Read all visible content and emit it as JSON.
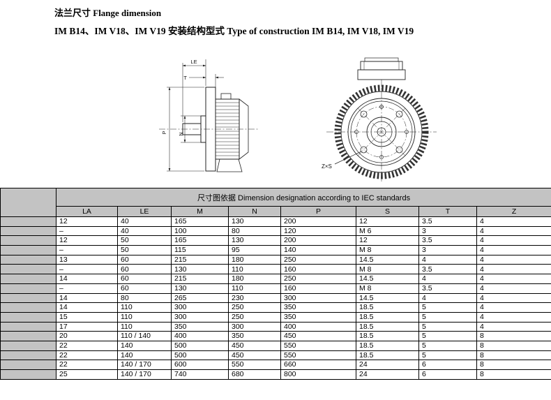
{
  "header": {
    "title": "法兰尺寸 Flange dimension",
    "subtitle": "IM B14、IM V18、IM V19 安装结构型式 Type of construction IM B14, IM V18, IM V19"
  },
  "drawings": {
    "side_view": {
      "dim_le": "LE",
      "dim_t": "T",
      "dim_p": "P",
      "dim_n": "N"
    },
    "front_view": {
      "holes_label": "Z×S"
    }
  },
  "table": {
    "span_header": "尺寸图依据 Dimension designation according to IEC standards",
    "columns": [
      "LA",
      "LE",
      "M",
      "N",
      "P",
      "S",
      "T",
      "Z"
    ],
    "rows": [
      [
        "12",
        "40",
        "165",
        "130",
        "200",
        "12",
        "3.5",
        "4"
      ],
      [
        "–",
        "40",
        "100",
        "80",
        "120",
        "M 6",
        "3",
        "4"
      ],
      [
        "12",
        "50",
        "165",
        "130",
        "200",
        "12",
        "3.5",
        "4"
      ],
      [
        "–",
        "50",
        "115",
        "95",
        "140",
        "M 8",
        "3",
        "4"
      ],
      [
        "13",
        "60",
        "215",
        "180",
        "250",
        "14.5",
        "4",
        "4"
      ],
      [
        "–",
        "60",
        "130",
        "110",
        "160",
        "M 8",
        "3.5",
        "4"
      ],
      [
        "14",
        "60",
        "215",
        "180",
        "250",
        "14.5",
        "4",
        "4"
      ],
      [
        "–",
        "60",
        "130",
        "110",
        "160",
        "M 8",
        "3.5",
        "4"
      ],
      [
        "14",
        "80",
        "265",
        "230",
        "300",
        "14.5",
        "4",
        "4"
      ],
      [
        "14",
        "110",
        "300",
        "250",
        "350",
        "18.5",
        "5",
        "4"
      ],
      [
        "15",
        "110",
        "300",
        "250",
        "350",
        "18.5",
        "5",
        "4"
      ],
      [
        "17",
        "110",
        "350",
        "300",
        "400",
        "18.5",
        "5",
        "4"
      ],
      [
        "20",
        "110 / 140",
        "400",
        "350",
        "450",
        "18.5",
        "5",
        "8"
      ],
      [
        "22",
        "140",
        "500",
        "450",
        "550",
        "18.5",
        "5",
        "8"
      ],
      [
        "22",
        "140",
        "500",
        "450",
        "550",
        "18.5",
        "5",
        "8"
      ],
      [
        "22",
        "140 / 170",
        "600",
        "550",
        "660",
        "24",
        "6",
        "8"
      ],
      [
        "25",
        "140 / 170",
        "740",
        "680",
        "800",
        "24",
        "6",
        "8"
      ]
    ]
  }
}
